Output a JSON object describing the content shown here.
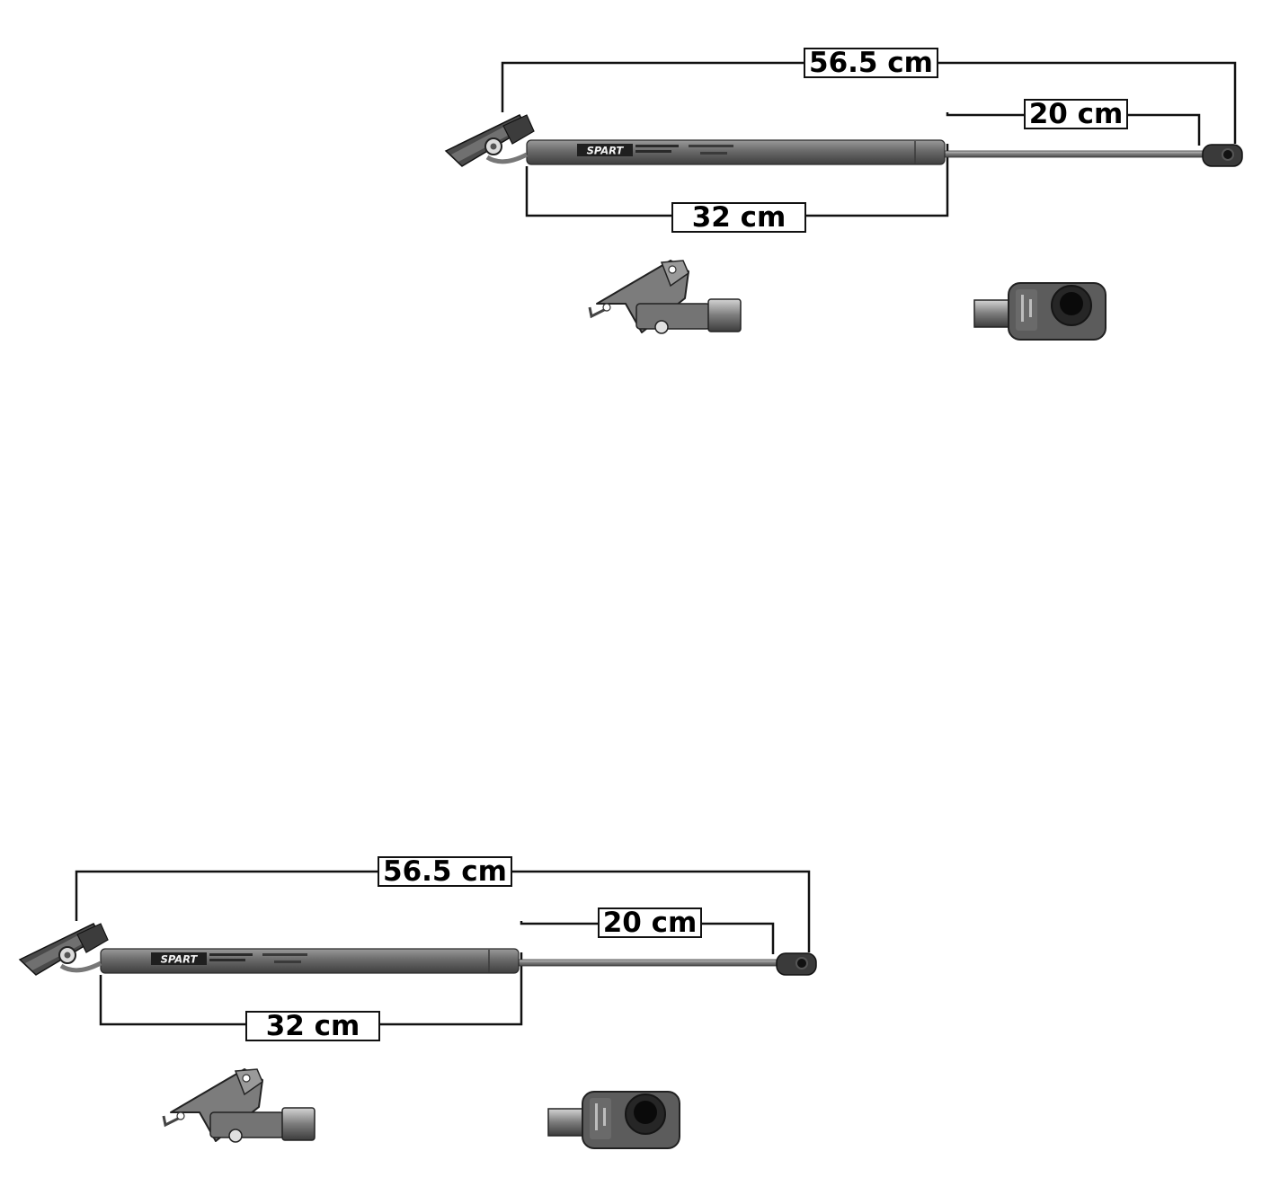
{
  "panels": [
    {
      "id": "top",
      "overall_length": "56.5 cm",
      "rod_length": "20 cm",
      "body_length": "32 cm",
      "brand_marking": "SPART"
    },
    {
      "id": "bottom",
      "overall_length": "56.5 cm",
      "rod_length": "20 cm",
      "body_length": "32 cm",
      "brand_marking": "SPART"
    }
  ],
  "colors": {
    "dimension_line": "#111111",
    "cylinder": "#6e6e6e",
    "rod": "#8a8a8a",
    "bracket": "#5a5a5a",
    "fitting": "#5e5e5e"
  }
}
